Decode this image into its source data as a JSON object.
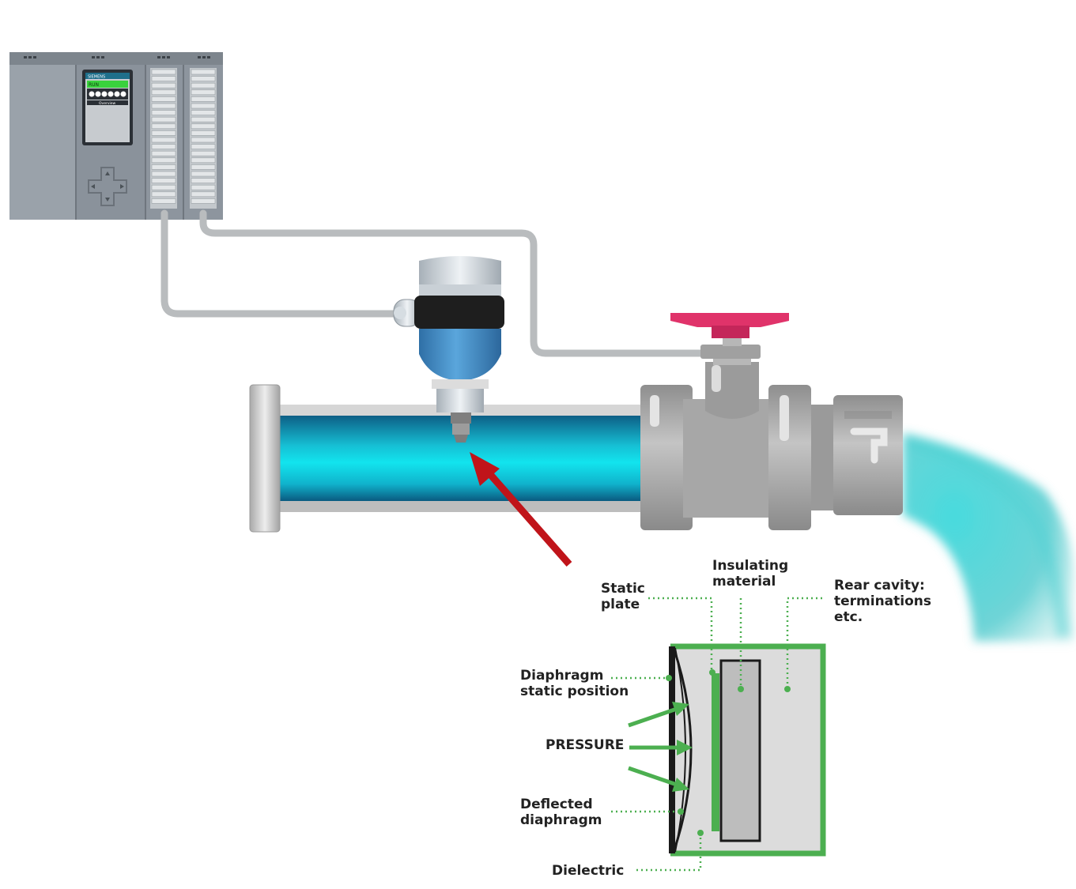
{
  "plc": {
    "brand": "SIEMENS",
    "display_run": "RUN",
    "display_overview": "Overview"
  },
  "diagram": {
    "labels": {
      "static_plate": [
        "Static",
        "plate"
      ],
      "insulating_material": [
        "Insulating",
        "material"
      ],
      "rear_cavity": [
        "Rear cavity:",
        "terminations",
        "etc."
      ],
      "diaphragm_static": [
        "Diaphragm",
        "static position"
      ],
      "pressure": "PRESSURE",
      "deflected_diaphragm": [
        "Deflected",
        "diaphragm"
      ],
      "dielectric": "Dielectric"
    }
  },
  "colors": {
    "sensor_green": "#4caf50",
    "pointer_red": "#c0141a",
    "water_cyan": "#2fd3e0",
    "valve_handle": "#e0336a",
    "transmitter_blue": "#4a90c9",
    "plc_gray": "#8d959e"
  }
}
